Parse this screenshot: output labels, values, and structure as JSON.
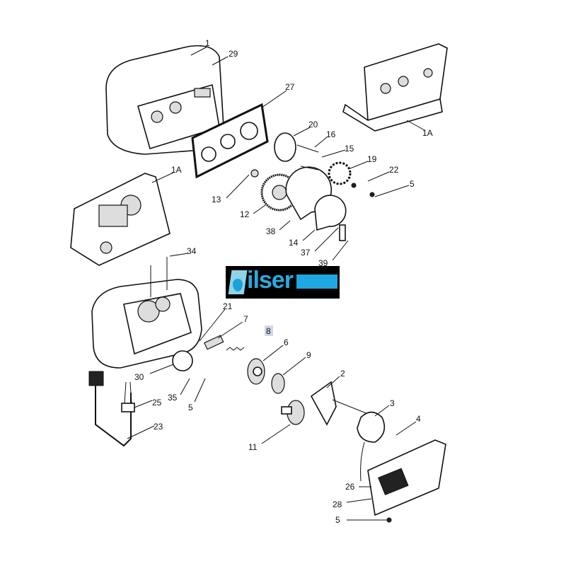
{
  "logo": {
    "text": "ilser"
  },
  "labels": [
    "1",
    "29",
    "27",
    "20",
    "16",
    "15",
    "19",
    "22",
    "5",
    "1A",
    "1A",
    "13",
    "12",
    "38",
    "14",
    "37",
    "39",
    "34",
    "21",
    "7",
    "8",
    "6",
    "9",
    "2",
    "3",
    "4",
    "30",
    "35",
    "5",
    "25",
    "23",
    "11",
    "26",
    "28",
    "5"
  ],
  "colors": {
    "logo_background": "#000000",
    "logo_accent": "#1ea7e0"
  }
}
